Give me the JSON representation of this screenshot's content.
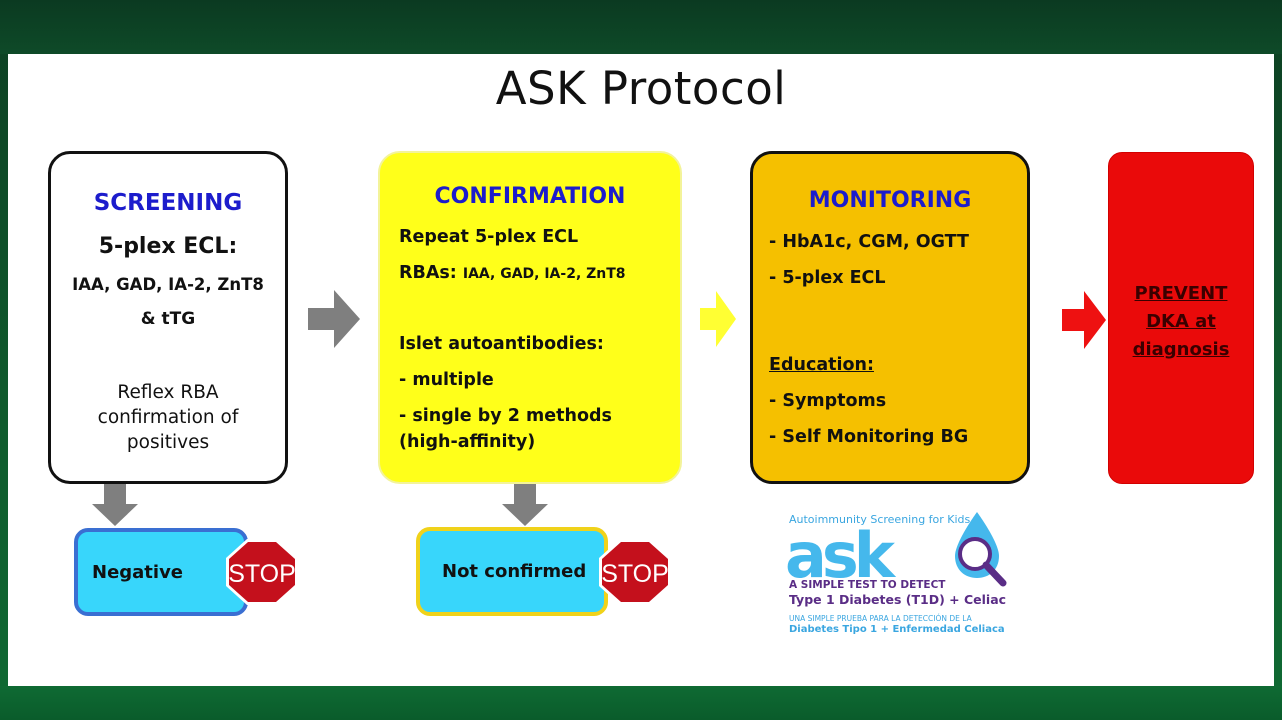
{
  "title": "ASK Protocol",
  "screening": {
    "heading": "SCREENING",
    "test": "5-plex ECL:",
    "antibodies": "IAA, GAD, IA-2, ZnT8",
    "extra": "& tTG",
    "reflex": "Reflex RBA confirmation of positives"
  },
  "confirmation": {
    "heading": "CONFIRMATION",
    "repeat": "Repeat 5-plex ECL",
    "rbas_label": "RBAs:",
    "rbas_list": "IAA, GAD, IA-2, ZnT8",
    "islet": "Islet autoantibodies:",
    "multiple": "- multiple",
    "single": "- single by 2 methods",
    "affinity": "(high-affinity)"
  },
  "monitoring": {
    "heading": "MONITORING",
    "tests": "- HbA1c, CGM, OGTT",
    "ecl": "- 5-plex ECL",
    "education": "Education:",
    "symptoms": "- Symptoms",
    "self": "- Self Monitoring BG"
  },
  "prevent": {
    "line1": "PREVENT",
    "line2": "DKA at",
    "line3": "diagnosis"
  },
  "outcomes": {
    "negative": "Negative",
    "not_confirmed": "Not confirmed",
    "stop": "STOP"
  },
  "logo": {
    "tagline": "Autoimmunity Screening for Kids",
    "word": "ask",
    "line1": "A SIMPLE TEST TO DETECT",
    "line2": "Type 1 Diabetes (T1D) + Celiac",
    "line3": "UNA SIMPLE PRUEBA PARA LA DETECCIÓN DE LA",
    "line4": "Diabetes Tipo 1 + Enfermedad Celiaca"
  },
  "colors": {
    "heading_blue": "#1c1ccc",
    "confirmation_yellow": "#ffff1a",
    "monitoring_gold": "#f5c000",
    "prevent_red": "#ea0a0a",
    "outcome_cyan": "#38d6fb",
    "stop_red": "#c4101c"
  }
}
